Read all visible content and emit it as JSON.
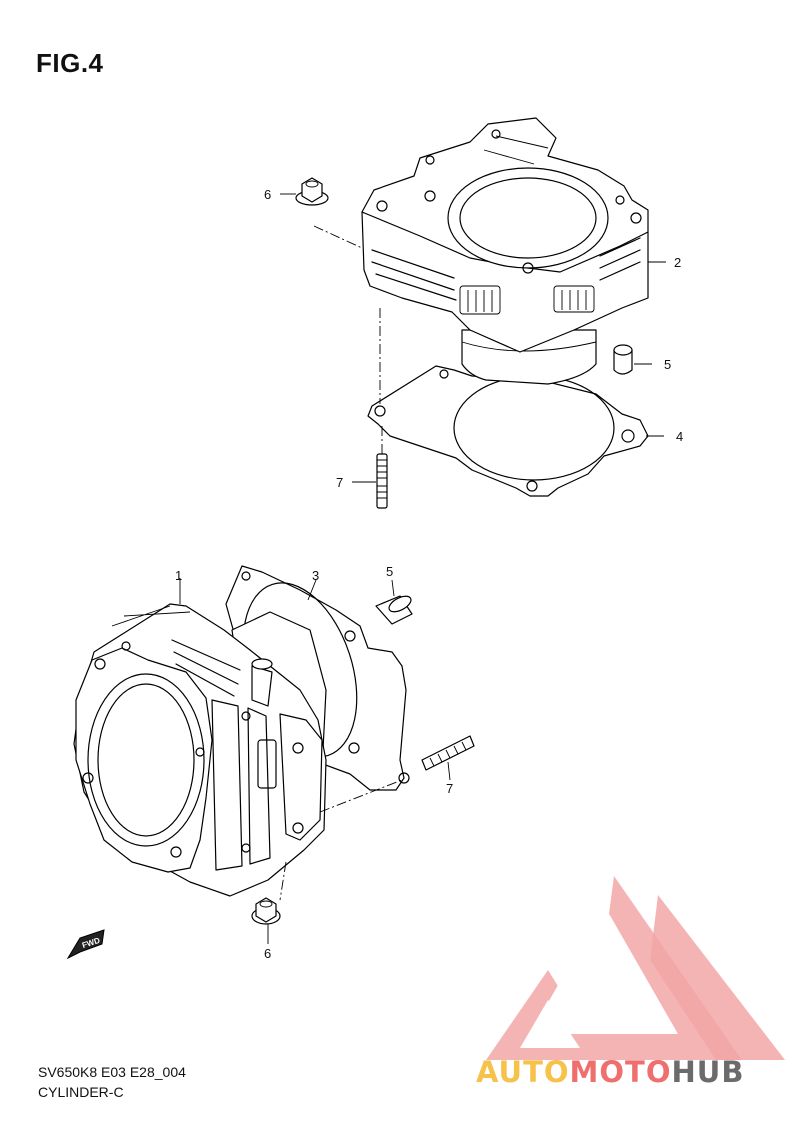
{
  "figure": {
    "title": "FIG.4",
    "code": "SV650K8 E03 E28_004",
    "name": "CYLINDER-C"
  },
  "callouts": {
    "upper": {
      "p2": "2",
      "p4": "4",
      "p5": "5",
      "p6": "6",
      "p7": "7"
    },
    "lower": {
      "p1": "1",
      "p3": "3",
      "p5": "5",
      "p6": "6",
      "p7": "7"
    }
  },
  "fwd_label": "FWD",
  "watermark": {
    "part1": "AUTO",
    "part2": "MOTO",
    "part3": "HUB",
    "colors": {
      "logo": "#f08a8a",
      "auto": "#f6c24a",
      "moto": "#ef6f6f",
      "hub": "#6b6b6b"
    }
  }
}
